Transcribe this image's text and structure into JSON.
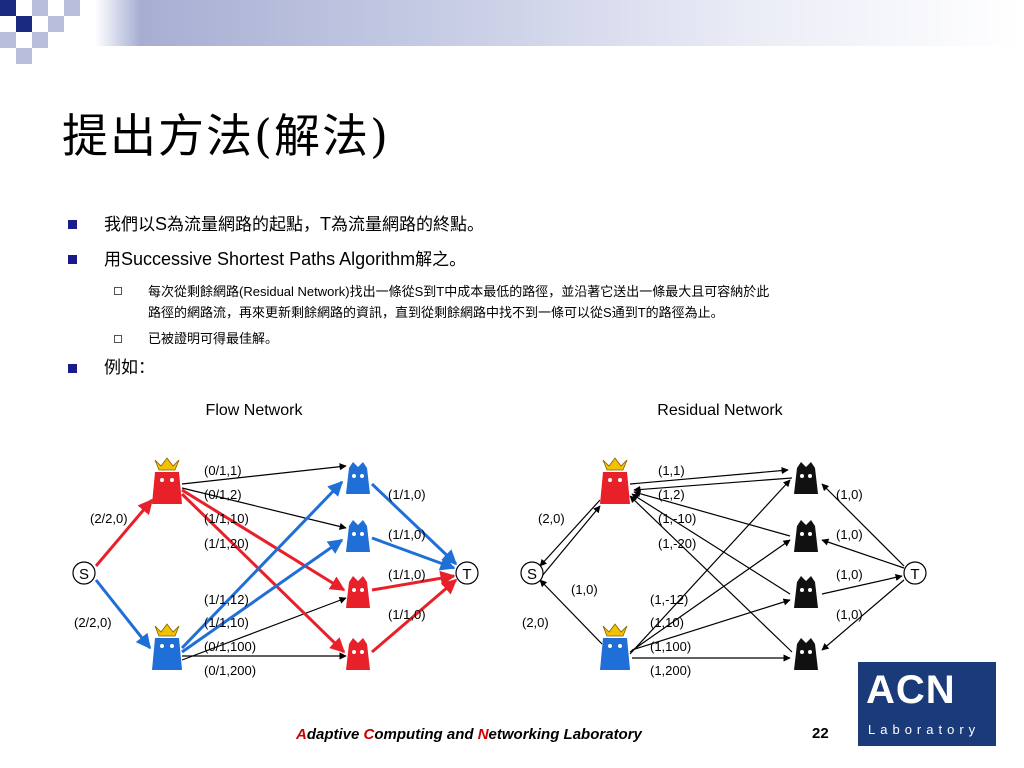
{
  "slide": {
    "title": "提出方法(解法)",
    "bullets": [
      {
        "pre": "我們以",
        "s1": "S",
        "mid": "為流量網路的起點，",
        "s2": "T",
        "post": "為流量網路的終點。"
      },
      {
        "pre": "用",
        "en": "Successive Shortest Paths Algorithm",
        "post": "解之。"
      }
    ],
    "sub_bullets": [
      {
        "line1_a": "每次從剩餘網路",
        "line1_en": "(Residual Network)",
        "line1_b": "找出一條從",
        "line1_s": "S",
        "line1_c": "到",
        "line1_t": "T",
        "line1_d": "中成本最低的路徑，並沿著它送出一條最大且可容納於此",
        "line2_a": "路徑的網路流，再來更新剩餘網路的資訊，直到從剩餘網路中找不到一條可以從",
        "line2_s": "S",
        "line2_b": "通到",
        "line2_t": "T",
        "line2_c": "的路徑為止。"
      },
      {
        "text": "已被證明可得最佳解。"
      }
    ],
    "example": "例如："
  },
  "flow_network": {
    "heading": "Flow Network",
    "source": "S",
    "sink": "T",
    "labels": {
      "s_top": "(2/2,0)",
      "s_bottom": "(2/2,0)",
      "e1": "(0/1,1)",
      "e2": "(0/1,2)",
      "e3": "(1/1,10)",
      "e4": "(1/1,20)",
      "e5": "(1/1,12)",
      "e6": "(1/1,10)",
      "e7": "(0/1,100)",
      "e8": "(0/1,200)",
      "t1": "(1/1,0)",
      "t2": "(1/1,0)",
      "t3": "(1/1,0)",
      "t4": "(1/1,0)"
    }
  },
  "residual_network": {
    "heading": "Residual Network",
    "source": "S",
    "sink": "T",
    "labels": {
      "s_top": "(2,0)",
      "s_bottom": "(2,0)",
      "s_mid": "(1,0)",
      "e1": "(1,1)",
      "e2": "(1,2)",
      "e3": "(1,-10)",
      "e4": "(1,-20)",
      "e5": "(1,-12)",
      "e6": "(1,10)",
      "e7": "(1,100)",
      "e8": "(1,200)",
      "t1": "(1,0)",
      "t2": "(1,0)",
      "t3": "(1,0)",
      "t4": "(1,0)"
    }
  },
  "footer": {
    "a": "A",
    "daptive": "daptive ",
    "c": "C",
    "omputing": "omputing and ",
    "n": "N",
    "etworking": "etworking Laboratory",
    "page": "22"
  },
  "logo": {
    "big": "ACN",
    "small": "Laboratory"
  },
  "colors": {
    "red": "#e8202a",
    "blue": "#1f6fd6",
    "navy": "#1a3a7a",
    "bullet": "#1a1a8c"
  }
}
